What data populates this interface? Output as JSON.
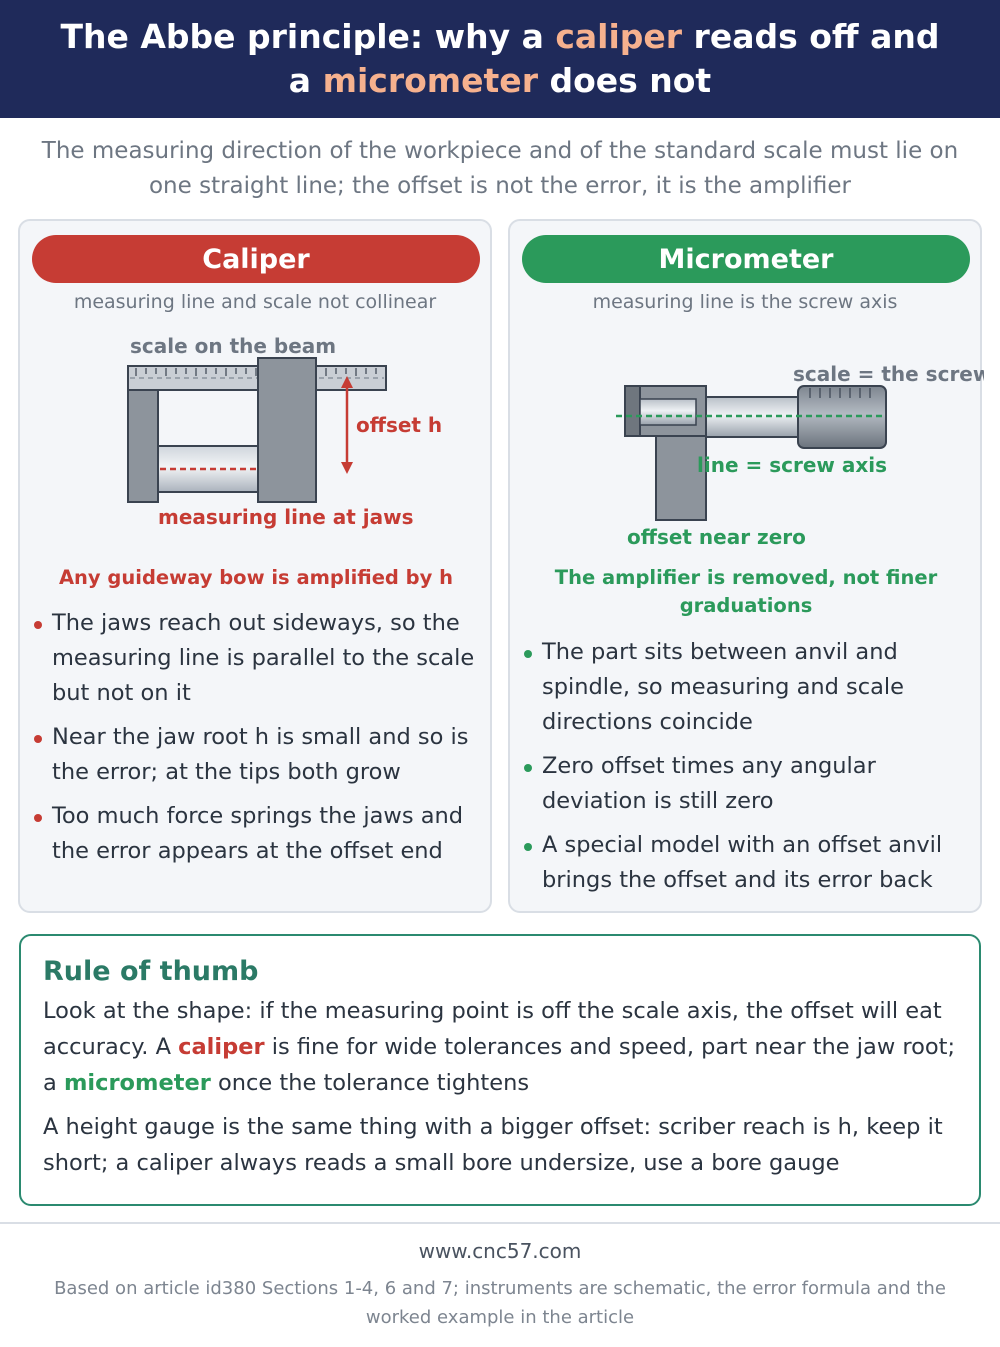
{
  "header": {
    "title_a": "The Abbe principle: why a ",
    "title_kw1": "caliper",
    "title_b": " reads off and a ",
    "title_kw2": "micrometer",
    "title_c": " does not"
  },
  "subtitle": "The measuring direction of the workpiece and of the standard scale must lie on one straight line; the offset is not the error, it is the amplifier",
  "caliper": {
    "title": "Caliper",
    "subtitle": "measuring line and scale not collinear",
    "labels": {
      "scale": "scale on the beam",
      "offset": "offset h",
      "line": "measuring line at jaws"
    },
    "lead": "Any guideway bow is amplified by h",
    "bullets": [
      "The jaws reach out sideways, so the measuring line is parallel to the scale but not on it",
      "Near the jaw root h is small and so is the error; at the tips both grow",
      "Too much force springs the jaws and the error appears at the offset end"
    ]
  },
  "micrometer": {
    "title": "Micrometer",
    "subtitle": "measuring line is the screw axis",
    "labels": {
      "scale": "scale = the screw",
      "line": "line = screw axis",
      "offset": "offset near zero"
    },
    "lead": "The amplifier is removed, not finer graduations",
    "bullets": [
      "The part sits between anvil and spindle, so measuring and scale directions coincide",
      "Zero offset times any angular deviation is still zero",
      "A special model with an offset anvil brings the offset and its error back"
    ]
  },
  "rule": {
    "title": "Rule of thumb",
    "p1_a": "Look at the shape: if the measuring point is off the scale axis, the offset will eat accuracy. A ",
    "p1_kw1": "caliper",
    "p1_b": " is fine for wide tolerances and speed, part near the jaw root; a ",
    "p1_kw2": "micrometer",
    "p1_c": " once the tolerance tightens",
    "p2": "A height gauge is the same thing with a bigger offset: scriber reach is h, keep it short; a caliper always reads a small bore undersize, use a bore gauge"
  },
  "footer": {
    "url": "www.cnc57.com",
    "note": "Based on article id380 Sections 1-4, 6 and 7; instruments are schematic, the error formula and the worked example in the article"
  },
  "colors": {
    "header_bg": "#1f2a5a",
    "highlight": "#f6b18e",
    "red": "#c63c34",
    "green": "#2b9a5b",
    "teal": "#2b7a66"
  }
}
